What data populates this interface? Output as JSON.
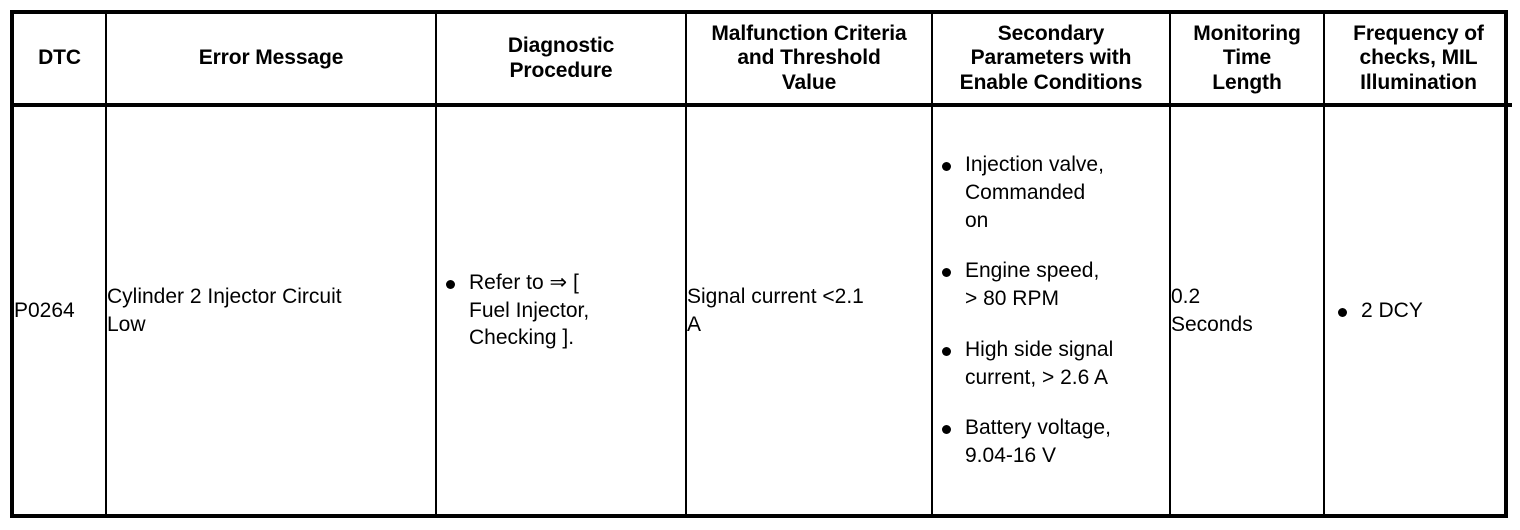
{
  "table": {
    "columns": [
      {
        "id": "dtc",
        "header_lines": [
          "DTC"
        ]
      },
      {
        "id": "error",
        "header_lines": [
          "Error Message"
        ]
      },
      {
        "id": "diagnostic",
        "header_lines": [
          "Diagnostic",
          "Procedure"
        ]
      },
      {
        "id": "malfunction",
        "header_lines": [
          "Malfunction Criteria",
          "and Threshold",
          "Value"
        ]
      },
      {
        "id": "secondary",
        "header_lines": [
          "Secondary",
          "Parameters with",
          "Enable Conditions"
        ]
      },
      {
        "id": "monitoring",
        "header_lines": [
          "Monitoring",
          "Time",
          "Length"
        ]
      },
      {
        "id": "frequency",
        "header_lines": [
          "Frequency of",
          "checks, MIL",
          "Illumination"
        ]
      }
    ],
    "rows": [
      {
        "dtc": "P0264",
        "error_lines": [
          "Cylinder 2 Injector Circuit",
          "Low"
        ],
        "diagnostic_bullets": [
          [
            "Refer to ⇒ [",
            "Fuel Injector,",
            "Checking ]."
          ]
        ],
        "malfunction_lines": [
          "Signal current <2.1",
          "A"
        ],
        "secondary_bullets": [
          [
            "Injection valve,",
            "Commanded",
            "on"
          ],
          [
            "Engine speed,",
            "> 80 RPM"
          ],
          [
            "High side signal",
            "current, > 2.6 A"
          ],
          [
            "Battery voltage,",
            "9.04-16 V"
          ]
        ],
        "monitoring_lines": [
          "0.2",
          "Seconds"
        ],
        "frequency_bullets": [
          [
            "2 DCY"
          ]
        ]
      }
    ]
  },
  "style": {
    "border_color": "#000000",
    "text_color": "#000000",
    "background": "#ffffff"
  }
}
